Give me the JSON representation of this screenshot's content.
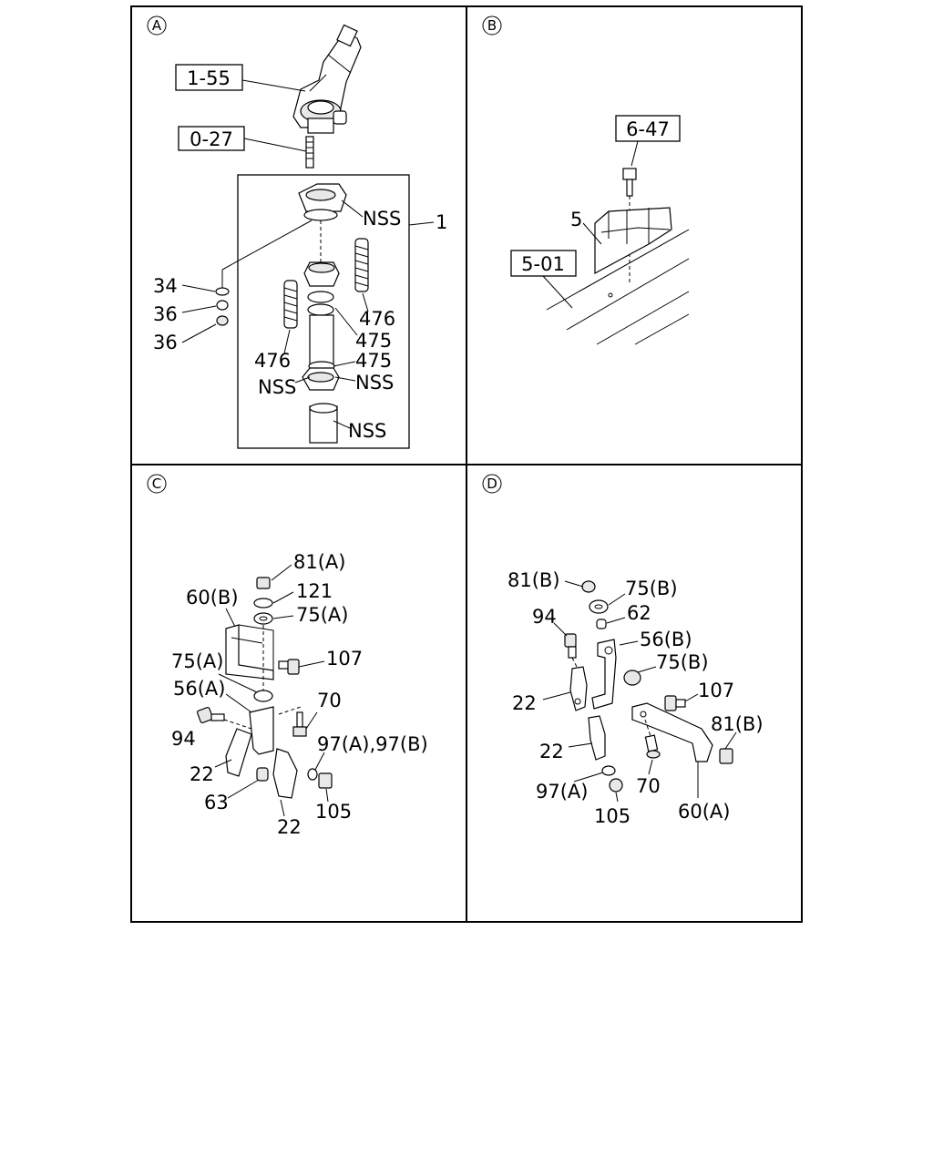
{
  "panels": {
    "a": {
      "marker": "A",
      "labels": {
        "ref1": "1-55",
        "ref2": "0-27",
        "nss_top": "NSS",
        "item1": "1",
        "p34": "34",
        "p36a": "36",
        "p36b": "36",
        "p476r": "476",
        "p475a": "475",
        "p476l": "476",
        "p475b": "475",
        "nss_l": "NSS",
        "nss_r": "NSS",
        "nss_bot": "NSS"
      }
    },
    "b": {
      "marker": "B",
      "labels": {
        "ref1": "6-47",
        "p5": "5",
        "ref2": "5-01"
      }
    },
    "c": {
      "marker": "C",
      "labels": {
        "p81a": "81(A)",
        "p121": "121",
        "p60b": "60(B)",
        "p75a_top": "75(A)",
        "p75a_left": "75(A)",
        "p107": "107",
        "p56a": "56(A)",
        "p70": "70",
        "p94": "94",
        "p97": "97(A),97(B)",
        "p22a": "22",
        "p63": "63",
        "p105": "105",
        "p22b": "22"
      }
    },
    "d": {
      "marker": "D",
      "labels": {
        "p81b_top": "81(B)",
        "p75b_top": "75(B)",
        "p62": "62",
        "p94": "94",
        "p56b": "56(B)",
        "p75b_mid": "75(B)",
        "p107": "107",
        "p22a": "22",
        "p81b_right": "81(B)",
        "p22b": "22",
        "p70": "70",
        "p97a": "97(A)",
        "p105": "105",
        "p60a": "60(A)"
      }
    }
  }
}
